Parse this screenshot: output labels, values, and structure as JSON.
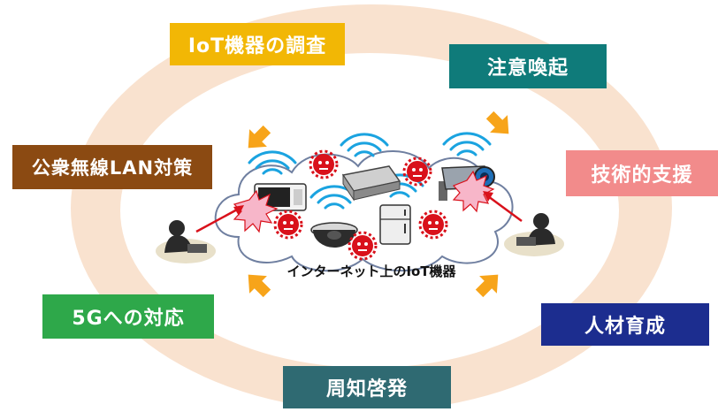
{
  "center_caption": "インターネット上のIoT機器",
  "measures": [
    {
      "label": "IoT機器の調査",
      "color": "#f2b705"
    },
    {
      "label": "注意喚起",
      "color": "#0f7b7a"
    },
    {
      "label": "技術的支援",
      "color": "#f28b8b"
    },
    {
      "label": "人材育成",
      "color": "#1c2d8f"
    },
    {
      "label": "周知啓発",
      "color": "#2f6a72"
    },
    {
      "label": "5Gへの対応",
      "color": "#2ea84a"
    },
    {
      "label": "公衆無線LAN対策",
      "color": "#8b4a12"
    }
  ],
  "colors": {
    "ring": "#f9e2cf",
    "arrow": "#f7a41a",
    "threat": "#d9111b",
    "wifi": "#1aa3e0",
    "cloud_stroke": "#6f7fa0"
  }
}
